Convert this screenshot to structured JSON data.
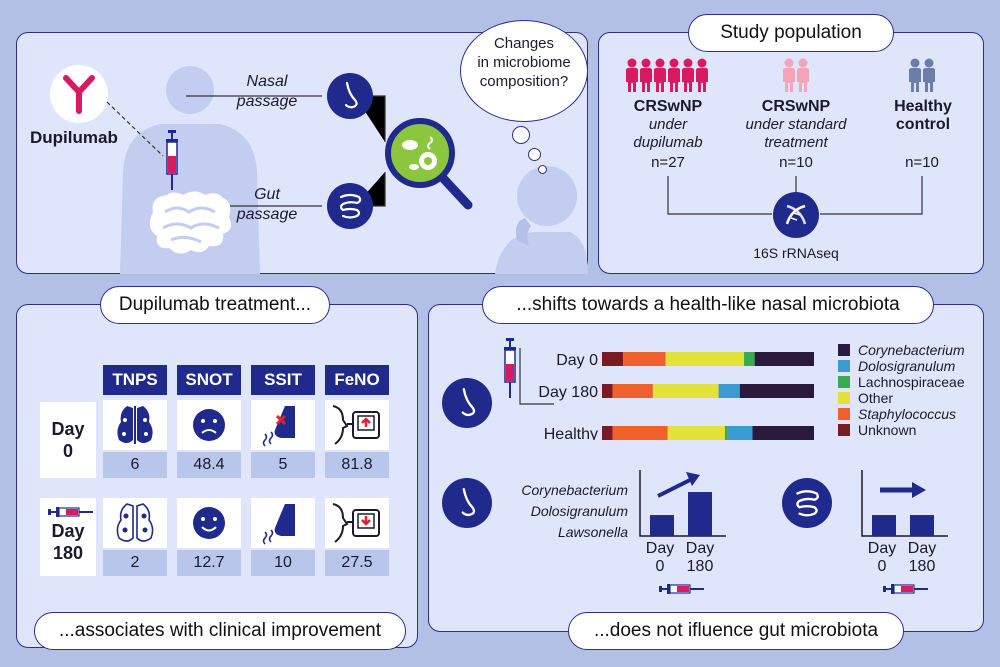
{
  "top_left": {
    "drug_label": "Dupilumab",
    "nasal_label": "Nasal passage",
    "nasal_l1": "Nasal",
    "nasal_l2": "passage",
    "gut_l1": "Gut",
    "gut_l2": "passage",
    "question_l1": "Changes",
    "question_l2": "in microbiome",
    "question_l3": "composition?"
  },
  "study": {
    "title": "Study population",
    "groups": [
      {
        "l1": "CRSwNP",
        "l2": "under",
        "l3": "dupilumab",
        "n": "n=27",
        "color": "#d81b60"
      },
      {
        "l1": "CRSwNP",
        "l2": "under standard",
        "l3": "treatment",
        "n": "n=10",
        "color": "#f4a6b8"
      },
      {
        "l1": "Healthy",
        "l2": "control",
        "l3": "",
        "n": "n=10",
        "color": "#6c7ea8"
      }
    ],
    "method": "16S rRNAseq"
  },
  "treatment": {
    "title": "Dupilumab treatment...",
    "headers": [
      "TNPS",
      "SNOT",
      "SSIT",
      "FeNO"
    ],
    "day0": {
      "l1": "Day",
      "l2": "0",
      "values": [
        "6",
        "48.4",
        "5",
        "81.8"
      ]
    },
    "day180": {
      "l1": "Day",
      "l2": "180",
      "values": [
        "2",
        "12.7",
        "10",
        "27.5"
      ]
    },
    "footer": "...associates with clinical improvement"
  },
  "nasal": {
    "title": "...shifts towards a health-like nasal microbiota",
    "footer": "...does not ifluence gut microbiota",
    "taxa_l1": "Corynebacterium",
    "taxa_l2": "Dolosigranulum",
    "taxa_l3": "Lawsonella",
    "mini_day_l1": "Day",
    "mini_day0": "0",
    "mini_day180": "180"
  },
  "chart_data": {
    "type": "bar",
    "orientation": "horizontal-stacked",
    "categories": [
      "Day 0",
      "Day 180",
      "Healthy"
    ],
    "series": [
      {
        "name": "Unknown",
        "color": "#7a1a22",
        "values": [
          10,
          5,
          5
        ]
      },
      {
        "name": "Staphylococcus",
        "color": "#f0602a",
        "values": [
          20,
          19,
          26
        ]
      },
      {
        "name": "Other",
        "color": "#e3e23a",
        "values": [
          37,
          31,
          27
        ]
      },
      {
        "name": "Lachnospiraceae",
        "color": "#3aaa50",
        "values": [
          5,
          0,
          1
        ]
      },
      {
        "name": "Dolosigranulum",
        "color": "#3b9ad2",
        "values": [
          0,
          10,
          12
        ]
      },
      {
        "name": "Corynebacterium",
        "color": "#2a1a3e",
        "values": [
          28,
          35,
          29
        ]
      }
    ],
    "legend_order": [
      "Corynebacterium",
      "Dolosigranulum",
      "Lachnospiraceae",
      "Other",
      "Staphylococcus",
      "Unknown"
    ],
    "legend_italic": [
      true,
      true,
      false,
      false,
      true,
      false
    ],
    "legend_position": "right",
    "mini_nasal": {
      "categories": [
        "Day 0",
        "Day 180"
      ],
      "values": [
        1,
        2.1
      ]
    },
    "mini_gut": {
      "categories": [
        "Day 0",
        "Day 180"
      ],
      "values": [
        1,
        1
      ]
    }
  }
}
